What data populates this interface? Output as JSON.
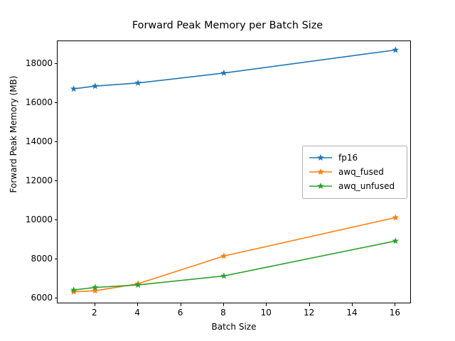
{
  "chart_data": {
    "type": "line",
    "title": "Forward Peak Memory per Batch Size",
    "xlabel": "Batch Size",
    "ylabel": "Forward Peak Memory (MB)",
    "x": [
      1,
      2,
      4,
      8,
      16
    ],
    "xlim": [
      0.25,
      16.75
    ],
    "ylim": [
      5720,
      19180
    ],
    "xticks": [
      2,
      4,
      6,
      8,
      10,
      12,
      14,
      16
    ],
    "xtick_labels": [
      "2",
      "4",
      "6",
      "8",
      "10",
      "12",
      "14",
      "16"
    ],
    "yticks": [
      6000,
      8000,
      10000,
      12000,
      14000,
      16000,
      18000
    ],
    "ytick_labels": [
      "6000",
      "8000",
      "10000",
      "12000",
      "14000",
      "16000",
      "18000"
    ],
    "grid": false,
    "legend_position": "center right",
    "marker": "star",
    "series": [
      {
        "name": "fp16",
        "color": "#1f77b4",
        "values": [
          16740,
          16880,
          17040,
          17550,
          18730
        ]
      },
      {
        "name": "awq_fused",
        "color": "#ff7f0e",
        "values": [
          6350,
          6400,
          6760,
          8180,
          10150
        ]
      },
      {
        "name": "awq_unfused",
        "color": "#2ca02c",
        "values": [
          6440,
          6570,
          6700,
          7160,
          8950
        ]
      }
    ]
  },
  "legend": {
    "items": [
      {
        "label": "fp16"
      },
      {
        "label": "awq_fused"
      },
      {
        "label": "awq_unfused"
      }
    ]
  }
}
